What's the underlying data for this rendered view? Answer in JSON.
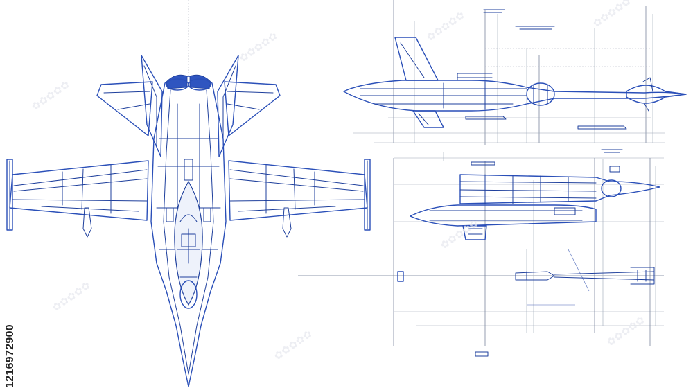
{
  "image": {
    "stock_id": "1216972900"
  },
  "palette": {
    "line": "#1e3f9c",
    "accent": "#2f55c0",
    "grid": "#9aa3b5",
    "background": "#ffffff"
  },
  "views": [
    {
      "name": "top-view",
      "label": ""
    },
    {
      "name": "side-view",
      "label": ""
    },
    {
      "name": "section-view",
      "label": ""
    }
  ]
}
